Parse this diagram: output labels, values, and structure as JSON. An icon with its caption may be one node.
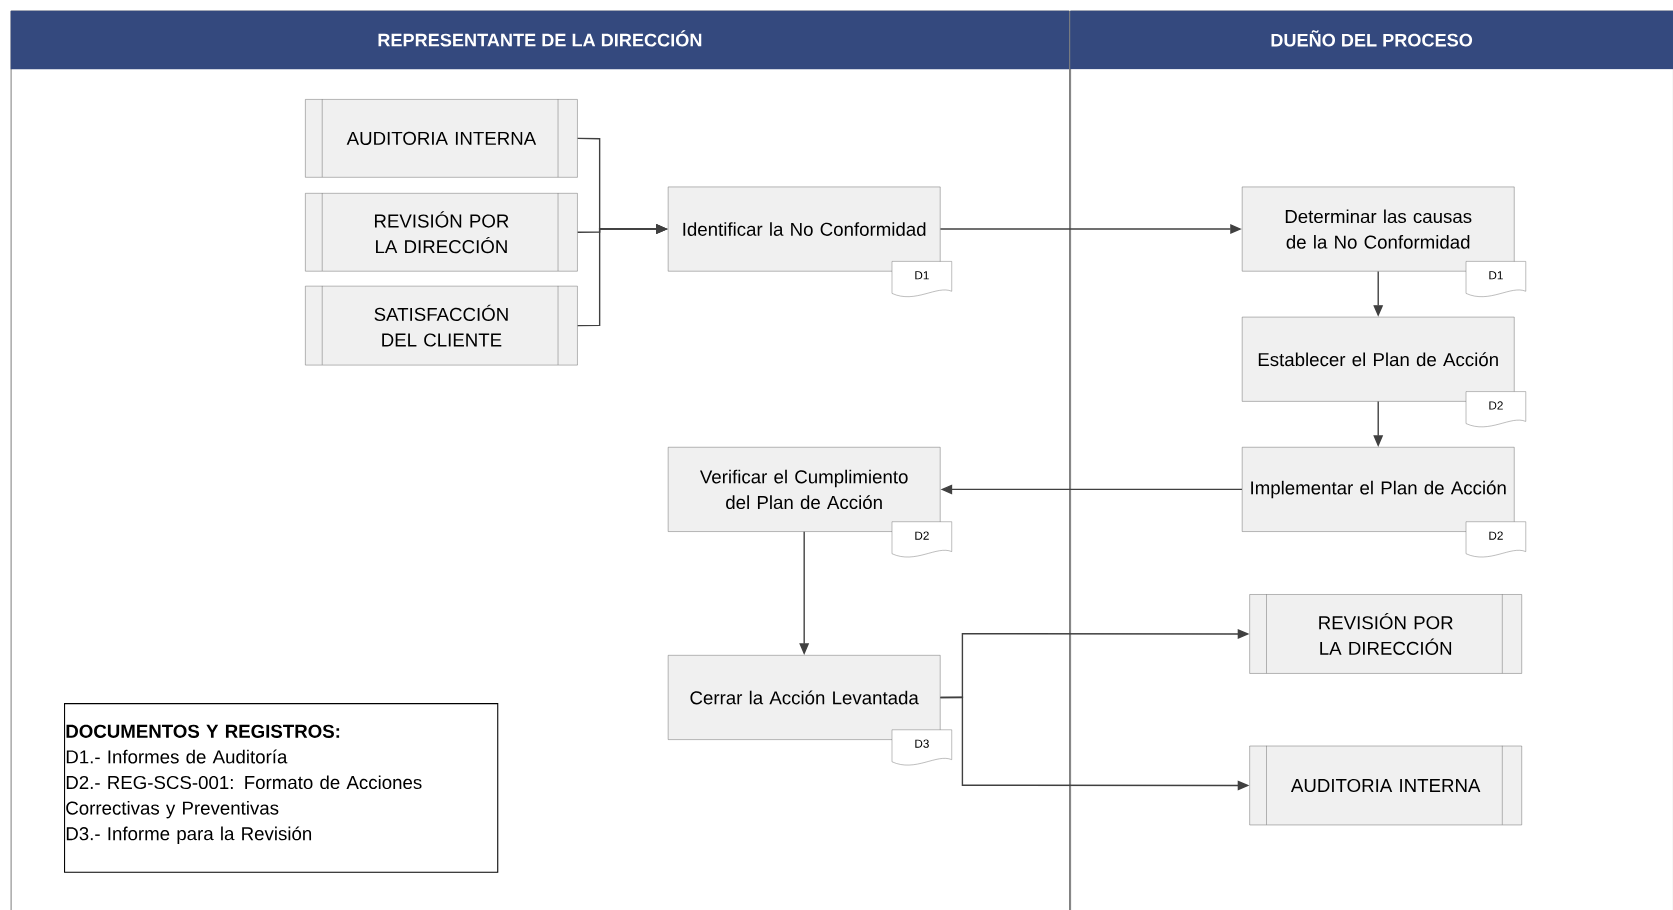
{
  "diagram": {
    "nodes": [
      {
        "text": [
          "REPRESENTANTE DE LA DIRECCIÓN"
        ]
      },
      {
        "text": [
          "DUEÑO DEL PROCESO"
        ]
      },
      {
        "text": [
          "AUDITORIA INTERNA"
        ],
        "in": 0
      },
      {
        "text": [
          "REVISIÓN POR LA DIRECCIÓN"
        ],
        "in": 0
      },
      {
        "text": [
          "SATISFACCIÓN DEL CLIENTE"
        ],
        "in": 0
      },
      {
        "text": [
          "Identificar la No Conformidad"
        ],
        "in": 0,
        "beside": [
          "D1"
        ]
      },
      {
        "text": [
          "Determinar las causas de la No Conformidad"
        ],
        "in": 1,
        "beside": [
          "D1"
        ]
      },
      {
        "text": [
          "Establecer el Plan de Acción"
        ],
        "in": 1,
        "beside": [
          "D2"
        ]
      },
      {
        "text": [
          "Implementar el Plan de Acción"
        ],
        "in": 1,
        "beside": [
          "D2"
        ]
      },
      {
        "text": [
          "Verificar el Cumplimiento del Plan de Acción"
        ],
        "in": 0,
        "beside": [
          "D2"
        ]
      },
      {
        "text": [
          "Cerrar la Acción Levantada"
        ],
        "in": 0,
        "beside": [
          "D3"
        ]
      },
      {
        "text": [
          "REVISIÓN POR LA DIRECCIÓN"
        ],
        "in": 1
      },
      {
        "text": [
          "AUDITORIA INTERNA"
        ],
        "in": 1
      },
      {
        "text": [
          "DOCUMENTOS Y REGISTROS:",
          "D1.- Informes de Auditoría",
          "D2.- REG-SCS-001: Formato de Acciones Correctivas y Preventivas",
          "D3.- Informe para la Revisión"
        ],
        "in": 0
      }
    ],
    "edges": [
      {
        "from": 2,
        "to": 5,
        "arrow": "to"
      },
      {
        "from": 3,
        "to": 5,
        "arrow": "to"
      },
      {
        "from": 4,
        "to": 5,
        "arrow": "to"
      },
      {
        "from": 5,
        "to": 6,
        "arrow": "to"
      },
      {
        "from": 6,
        "to": 7,
        "arrow": "to"
      },
      {
        "from": 7,
        "to": 8,
        "arrow": "to"
      },
      {
        "from": 8,
        "to": 9,
        "arrow": "to"
      },
      {
        "from": 9,
        "to": 10,
        "arrow": "to"
      },
      {
        "from": 10,
        "to": 11,
        "arrow": "to"
      },
      {
        "from": 10,
        "to": 12,
        "arrow": "to"
      }
    ]
  }
}
